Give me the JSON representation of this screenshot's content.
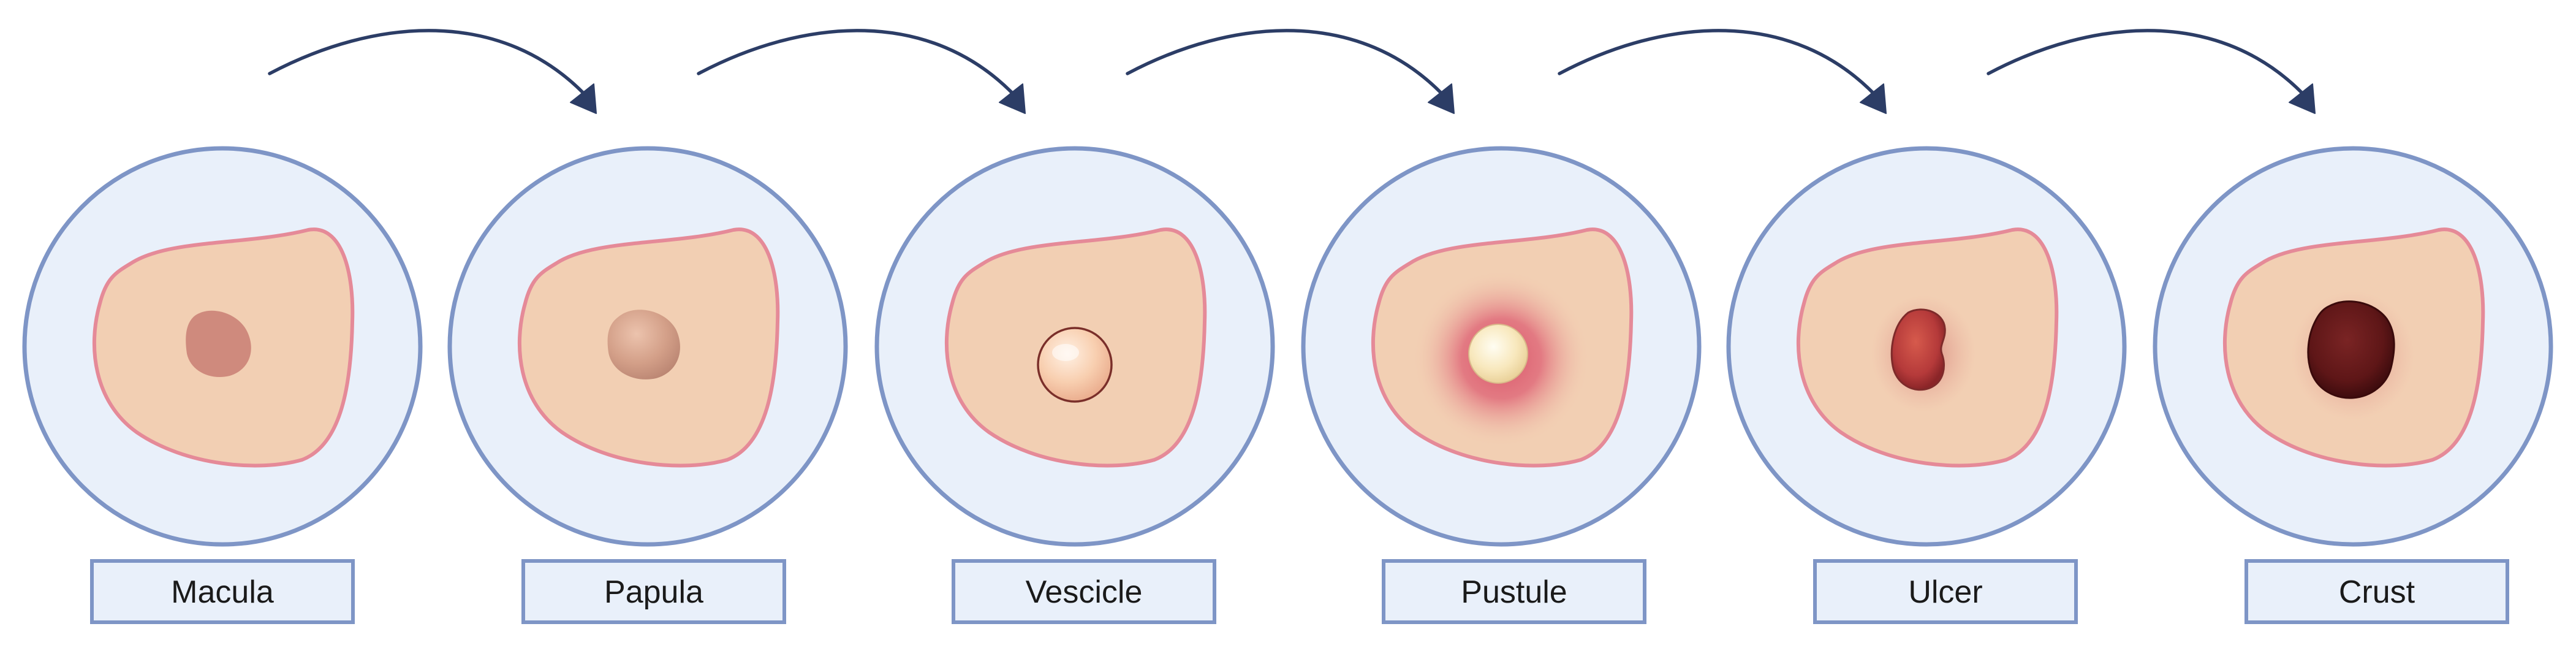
{
  "stages": [
    {
      "label": "Macula",
      "lesion": "flat-macule"
    },
    {
      "label": "Papula",
      "lesion": "raised-papule"
    },
    {
      "label": "Vescicle",
      "lesion": "fluid-vesicle"
    },
    {
      "label": "Pustule",
      "lesion": "pus-pustule"
    },
    {
      "label": "Ulcer",
      "lesion": "open-ulcer"
    },
    {
      "label": "Crust",
      "lesion": "dark-crust"
    }
  ],
  "colors": {
    "circle_fill": "#e9f0fa",
    "circle_stroke": "#7e95c6",
    "skin_fill": "#f2cfb3",
    "skin_stroke": "#e58a98",
    "arrow": "#2c3d66",
    "label_box_fill": "#e9f0fa",
    "label_box_stroke": "#7e95c6",
    "macule": "#cf8a7d",
    "papule": "#d19c84",
    "vesicle": "#f5c6a5",
    "pustule_center": "#f6e9c3",
    "inflammation": "#d9566a",
    "ulcer": "#b53a3a",
    "crust": "#5e1617"
  },
  "arrow_icon": "curved-arrow-icon"
}
